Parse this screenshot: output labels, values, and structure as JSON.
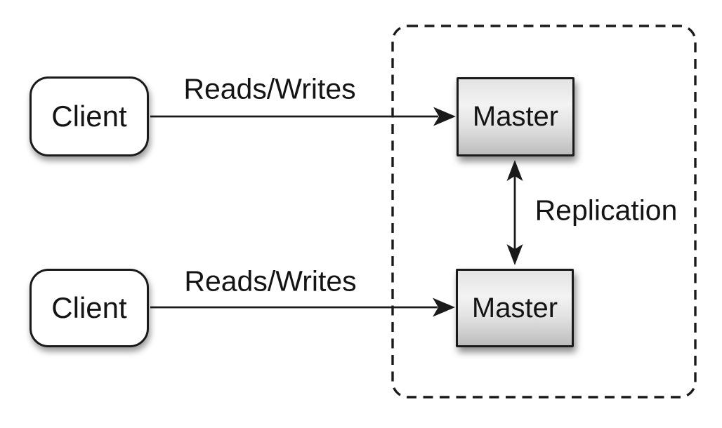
{
  "diagram": {
    "type": "architecture-diagram",
    "topic": "master-master-replication",
    "nodes": {
      "clients": [
        {
          "label": "Client"
        },
        {
          "label": "Client"
        }
      ],
      "masters": [
        {
          "label": "Master"
        },
        {
          "label": "Master"
        }
      ]
    },
    "cluster": {
      "border_style": "dashed",
      "contains": [
        "Master",
        "Master"
      ]
    },
    "edges": [
      {
        "from": "client-1",
        "to": "master-1",
        "label": "Reads/Writes",
        "direction": "one-way"
      },
      {
        "from": "client-2",
        "to": "master-2",
        "label": "Reads/Writes",
        "direction": "one-way"
      },
      {
        "from": "master-1",
        "to": "master-2",
        "label": "Replication",
        "direction": "two-way"
      }
    ],
    "colors": {
      "background": "#ffffff",
      "stroke": "#1a1a1a",
      "text": "#141414",
      "client_fill": "#ffffff",
      "master_gradient_top": "#e3e3e3",
      "master_gradient_mid": "#f3f3f3",
      "master_gradient_bottom": "#bdbdbd"
    }
  }
}
